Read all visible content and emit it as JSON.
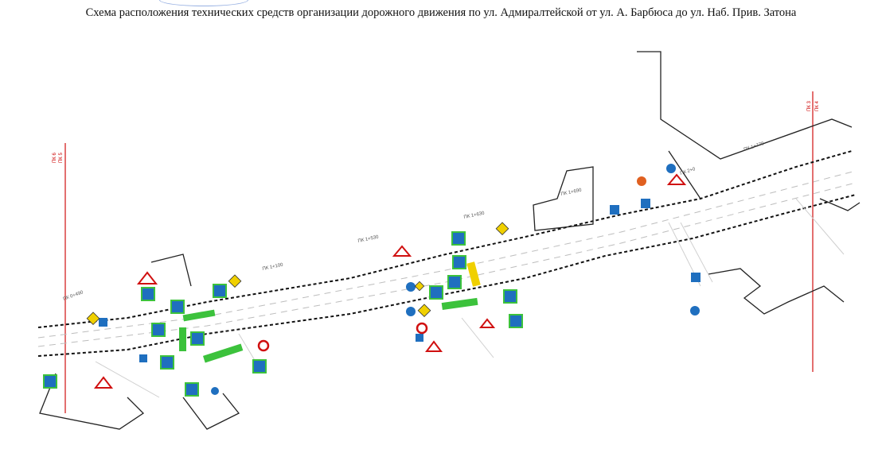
{
  "title": "Схема расположения технических средств организации дорожного движения по ул. Адмиралтейской от ул. А. Барбюса до ул. Наб. Прив. Затона",
  "map": {
    "boundary_left": [
      "ПК 6",
      "ПК 5"
    ],
    "boundary_right": [
      "ПК 3",
      "ПК 4"
    ],
    "pk_labels": [
      "ПК 0+490",
      "ПК 1+100",
      "ПК 1+530",
      "ПК 1+630",
      "ПК 1+690",
      "ПК 1+770",
      "ПК 2+0"
    ],
    "colors": {
      "marking": "#3cc23c",
      "boundary": "#d01010",
      "sign": "#1f6fbf",
      "warning": "#f0d000"
    }
  }
}
